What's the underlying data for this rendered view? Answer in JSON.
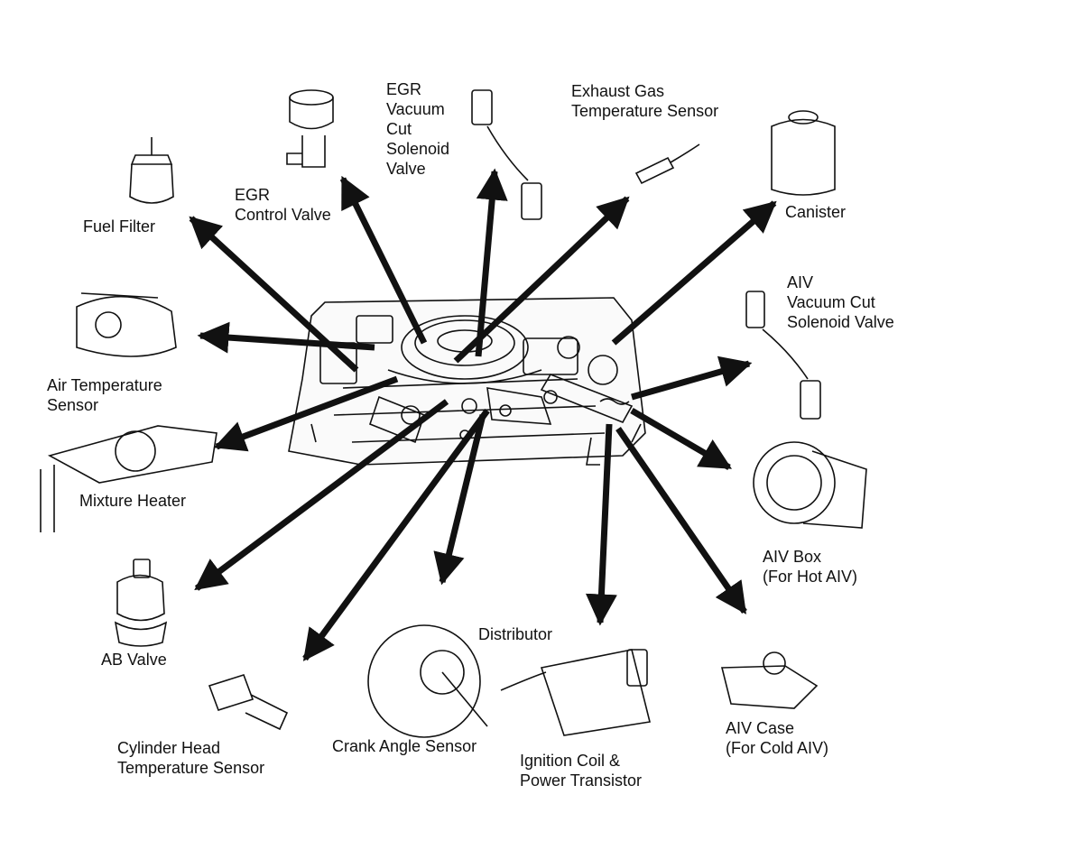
{
  "components": [
    {
      "id": "fuel_filter",
      "lines": [
        "Fuel Filter"
      ]
    },
    {
      "id": "egr_control_valve",
      "lines": [
        "EGR",
        "Control Valve"
      ]
    },
    {
      "id": "egr_vacuum_cut_solenoid_valve",
      "lines": [
        "EGR",
        "Vacuum",
        "Cut",
        "Solenoid",
        "Valve"
      ]
    },
    {
      "id": "exhaust_gas_temperature_sensor",
      "lines": [
        "Exhaust Gas",
        "Temperature Sensor"
      ]
    },
    {
      "id": "canister",
      "lines": [
        "Canister"
      ]
    },
    {
      "id": "aiv_vacuum_cut_solenoid_valve",
      "lines": [
        "AIV",
        "Vacuum Cut",
        "Solenoid Valve"
      ]
    },
    {
      "id": "air_temperature_sensor",
      "lines": [
        "Air Temperature",
        "Sensor"
      ]
    },
    {
      "id": "mixture_heater",
      "lines": [
        "Mixture Heater"
      ]
    },
    {
      "id": "aiv_box",
      "lines": [
        "AIV Box",
        "(For Hot AIV)"
      ]
    },
    {
      "id": "ab_valve",
      "lines": [
        "AB Valve"
      ]
    },
    {
      "id": "distributor",
      "lines": [
        "Distributor"
      ]
    },
    {
      "id": "cylinder_head_temperature_sensor",
      "lines": [
        "Cylinder Head",
        "Temperature Sensor"
      ]
    },
    {
      "id": "crank_angle_sensor",
      "lines": [
        "Crank Angle Sensor"
      ]
    },
    {
      "id": "ignition_coil_power_transistor",
      "lines": [
        "Ignition Coil &",
        "Power Transistor"
      ]
    },
    {
      "id": "aiv_case",
      "lines": [
        "AIV Case",
        "(For Cold AIV)"
      ]
    }
  ],
  "style": {
    "ink": "#111111",
    "paper": "#ffffff"
  }
}
